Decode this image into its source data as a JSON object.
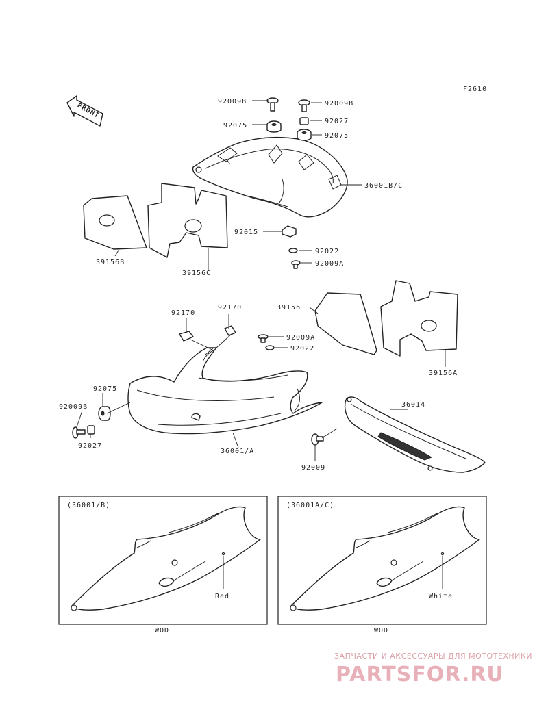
{
  "figure_code": "F2610",
  "front_label": "FRONT",
  "parts": {
    "p92009B_left_top": "92009B",
    "p92009B_right_top": "92009B",
    "p92075_top_left": "92075",
    "p92027_top": "92027",
    "p92075_top_right": "92075",
    "p36001BC": "36001B/C",
    "p92015": "92015",
    "p92022_top": "92022",
    "p92009A_top": "92009A",
    "p39156B": "39156B",
    "p39156C": "39156C",
    "p92170_a": "92170",
    "p92170_b": "92170",
    "p39156": "39156",
    "p92009A_mid": "92009A",
    "p92022_mid": "92022",
    "p39156A": "39156A",
    "p92075_left": "92075",
    "p92009B_left": "92009B",
    "p92027_left": "92027",
    "p36001A": "36001/A",
    "p36014": "36014",
    "p92009": "92009"
  },
  "boxes": {
    "left": {
      "title": "(36001/B)",
      "color_label": "Red",
      "footer": "WOD"
    },
    "right": {
      "title": "(36001A/C)",
      "color_label": "White",
      "footer": "WOD"
    }
  },
  "watermark": {
    "tagline": "ЗАПЧАСТИ И АКСЕССУАРЫ ДЛЯ МОТОТЕХНИКИ",
    "brand": "PARTSFOR.RU",
    "color": "#e8b0b8"
  }
}
